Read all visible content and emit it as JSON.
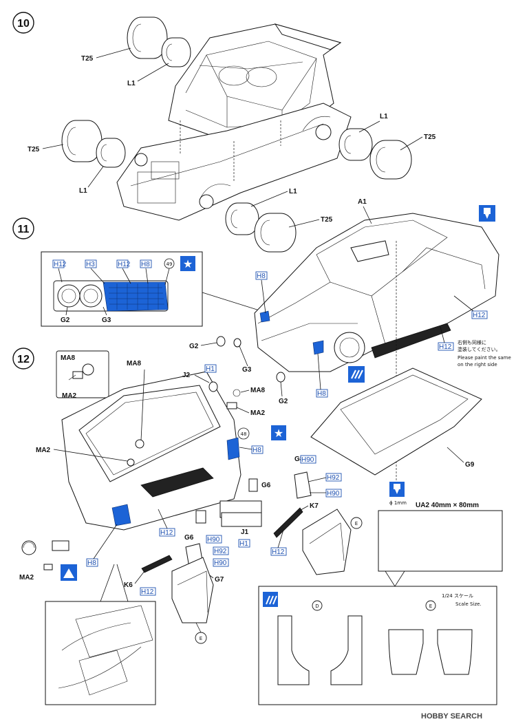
{
  "steps": {
    "s10": "10",
    "s11": "11",
    "s12": "12"
  },
  "step10": {
    "t25_top": "T25",
    "l1_top": "L1",
    "t25_left": "T25",
    "l1_left": "L1",
    "l1_right": "L1",
    "t25_right": "T25",
    "l1_bottom": "L1",
    "t25_bottom": "T25"
  },
  "step11": {
    "a1": "A1",
    "callout_paint": [
      "H12",
      "H3",
      "H12",
      "H8"
    ],
    "callout_part_num": "49",
    "g2_callout": "G2",
    "g3_callout": "G3",
    "h8_top": "H8",
    "g2_a": "G2",
    "g3_a": "G3",
    "g2_b": "G2",
    "h8_bottom": "H8",
    "h12_a": "H12",
    "h12_b": "H12",
    "note_jp": "右側も同様に",
    "note_jp2": "塗装してください。",
    "note_en1": "Please paint the same",
    "note_en2": "on the right side",
    "g9": "G9"
  },
  "step12": {
    "ma8_inset": "MA8",
    "ma2_inset": "MA2",
    "ma8_a": "MA8",
    "h1_top": "H1",
    "j2": "J2",
    "ma8_b": "MA8",
    "ma2_b": "MA2",
    "part48": "48",
    "ma2_c": "MA2",
    "h8_c": "H8",
    "g8": "G8",
    "h90_a": "H90",
    "h92_a": "H92",
    "h90_b": "H90",
    "g6_a": "G6",
    "k7": "K7",
    "e_a": "E",
    "h12_c": "H12",
    "g6_b": "G6",
    "h90_c": "H90",
    "h92_b": "H92",
    "h90_d": "H90",
    "g7": "G7",
    "j1": "J1",
    "h1_b": "H1",
    "h12_d": "H12",
    "h8_d": "H8",
    "k6": "K6",
    "h12_e": "H12",
    "e_b": "E",
    "ma2_d": "MA2",
    "phi": "ϕ 1mm",
    "ua2": "UA2  40mm × 80mm",
    "scale_jp": "1/24 スケール",
    "scale_en": "Scale Size.",
    "flap_d": "D",
    "flap_e": "E"
  },
  "watermark": "HOBBY SEARCH",
  "colors": {
    "paint_blue": "#1c4fb0",
    "marker_blue": "#1c63d6",
    "line": "#111111"
  },
  "icons": [
    "star-icon",
    "drill-hole-icon",
    "decal-icon",
    "assembly-option-icon"
  ]
}
